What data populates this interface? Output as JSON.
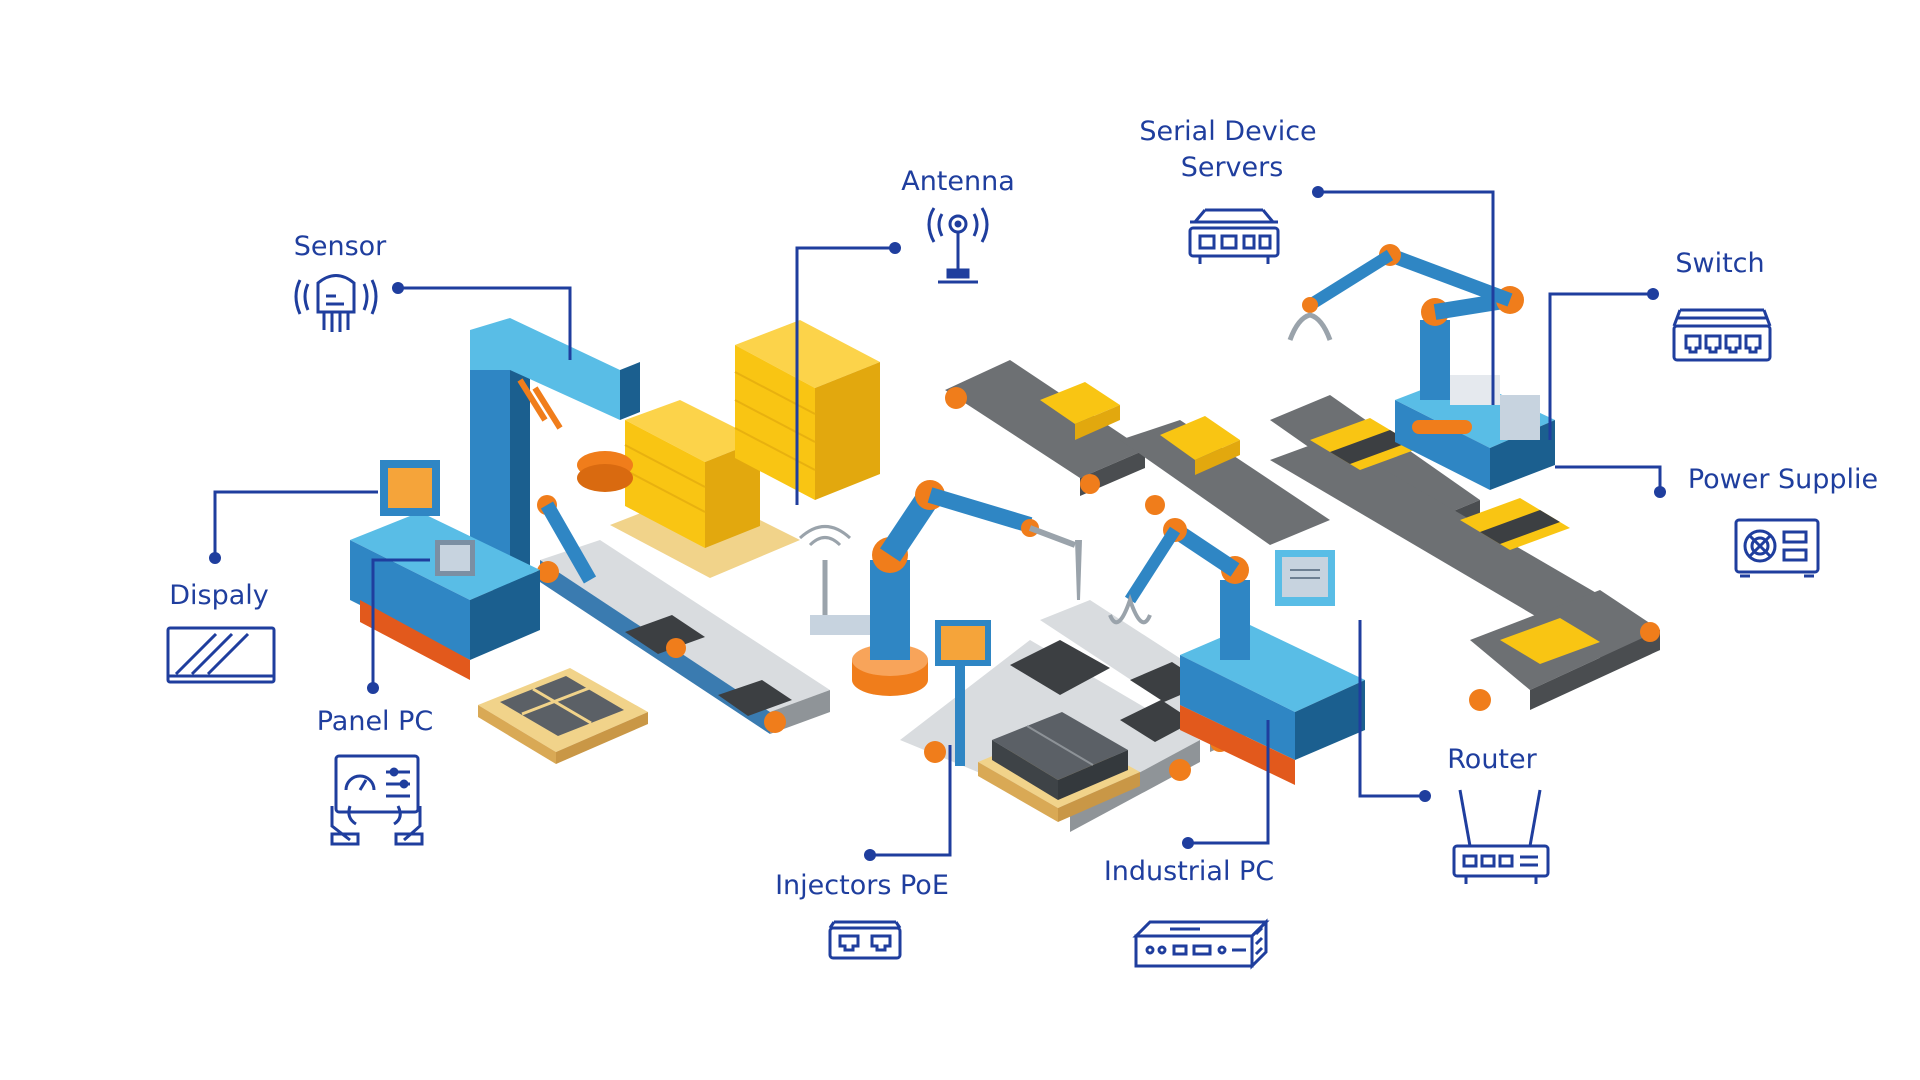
{
  "colors": {
    "label": "#1f3e9e",
    "leader": "#1f3e9e",
    "belt": "#6d7073",
    "belt_light": "#d9dcdf",
    "robot_blue": "#2f86c4",
    "robot_light": "#59bde6",
    "robot_dark": "#1b5f8f",
    "accent_orange": "#f07d1b",
    "box_yellow": "#f9c513",
    "pallet": "#f1d38a",
    "screen": "#f5a43a"
  },
  "labels": {
    "sensor": "Sensor",
    "antenna": "Antenna",
    "serial_line1": "Serial Device",
    "serial_line2": "Servers",
    "switch": "Switch",
    "power_supplie": "Power Supplie",
    "dispaly": "Dispaly",
    "panel_pc": "Panel PC",
    "injectors_poe": "Injectors PoE",
    "industrial_pc": "Industrial PC",
    "router": "Router"
  },
  "icons": {
    "sensor": "sensor-icon",
    "antenna": "antenna-icon",
    "serial": "serial-device-server-icon",
    "switch": "network-switch-icon",
    "power": "power-supply-icon",
    "display": "display-icon",
    "panel": "panel-pc-icon",
    "poe": "poe-injector-icon",
    "ipc": "industrial-pc-icon",
    "router": "router-icon"
  }
}
